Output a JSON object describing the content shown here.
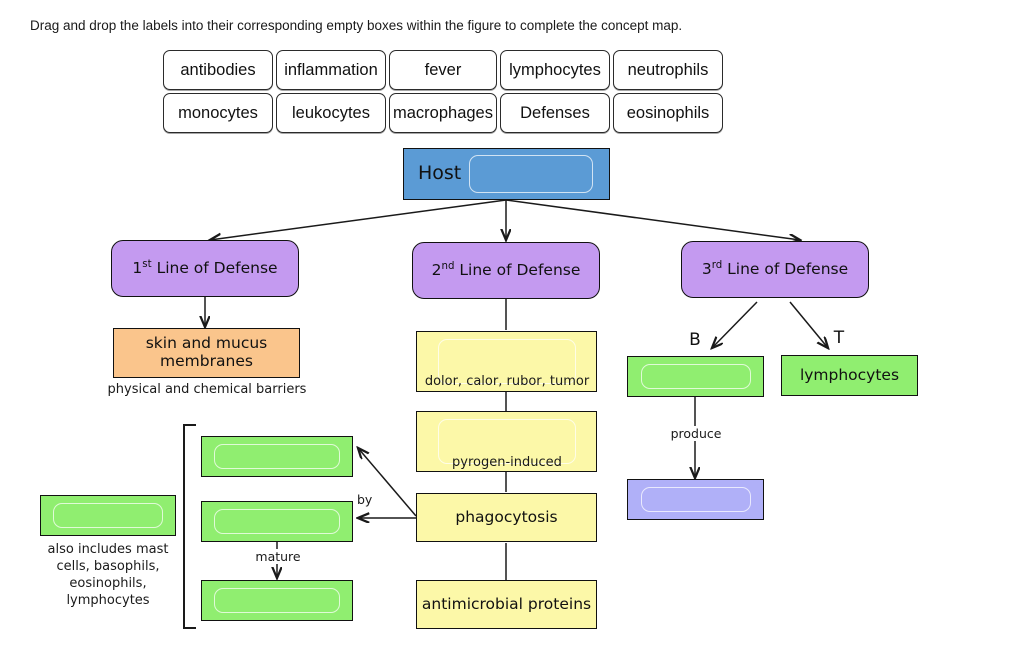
{
  "instruction": "Drag and drop the labels into their corresponding empty boxes within the figure to complete the concept map.",
  "label_bank": {
    "row1": [
      "antibodies",
      "inflammation",
      "fever",
      "lymphocytes",
      "neutrophils"
    ],
    "row2": [
      "monocytes",
      "leukocytes",
      "macrophages",
      "Defenses",
      "eosinophils"
    ]
  },
  "colors": {
    "host_blue": "#5B9BD5",
    "defense_purple": "#C49AF0",
    "barrier_orange": "#FAC58C",
    "response_yellow": "#FCF8A8",
    "cell_green": "#90EE70",
    "antibody_lavender": "#B0B0F8",
    "stroke": "#111111"
  },
  "diagram": {
    "host": {
      "label": "Host",
      "slot_filled": false,
      "slot_value": ""
    },
    "defense_lines": [
      {
        "ordinal": "1",
        "suffix": "st",
        "label": " Line of Defense"
      },
      {
        "ordinal": "2",
        "suffix": "nd",
        "label": " Line of Defense"
      },
      {
        "ordinal": "3",
        "suffix": "rd",
        "label": " Line of Defense"
      }
    ],
    "first_line": {
      "box_text": "skin and mucus membranes",
      "caption": "physical and chemical barriers"
    },
    "second_line": {
      "inflammation_box": {
        "slot_filled": false,
        "slot_value": ""
      },
      "inflammation_caption": "dolor, calor, rubor, tumor",
      "fever_box": {
        "slot_filled": false,
        "slot_value": ""
      },
      "fever_caption": "pyrogen-induced",
      "phagocytosis_box": "phagocytosis",
      "antimicrobial_box": "antimicrobial proteins",
      "by_label": "by"
    },
    "third_line": {
      "b_letter": "B",
      "t_letter": "T",
      "b_box": {
        "slot_filled": false,
        "slot_value": ""
      },
      "t_box": "lymphocytes",
      "produce_label": "produce",
      "antibodies_box": {
        "slot_filled": false,
        "slot_value": ""
      }
    },
    "leukocyte_group": {
      "outer_box": {
        "slot_filled": false,
        "slot_value": ""
      },
      "outer_caption": "also includes mast cells, basophils, eosinophils, lymphocytes",
      "outer_caption_lines": [
        "also includes mast",
        "cells, basophils,",
        "eosinophils,",
        "lymphocytes"
      ],
      "item_boxes": [
        {
          "slot_filled": false,
          "slot_value": ""
        },
        {
          "slot_filled": false,
          "slot_value": ""
        },
        {
          "slot_filled": false,
          "slot_value": ""
        }
      ],
      "mature_label": "mature"
    }
  }
}
